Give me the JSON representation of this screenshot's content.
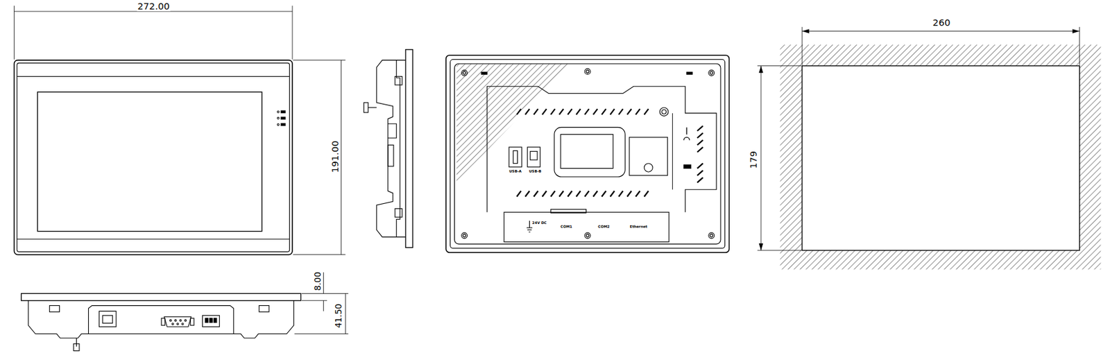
{
  "diagram": {
    "labels": [
      "272.00",
      "191.00",
      "8.00",
      "41.50",
      "USB-A",
      "USB-B",
      "24V DC",
      "COM1",
      "COM2",
      "Ethernet",
      "260",
      "179"
    ]
  }
}
